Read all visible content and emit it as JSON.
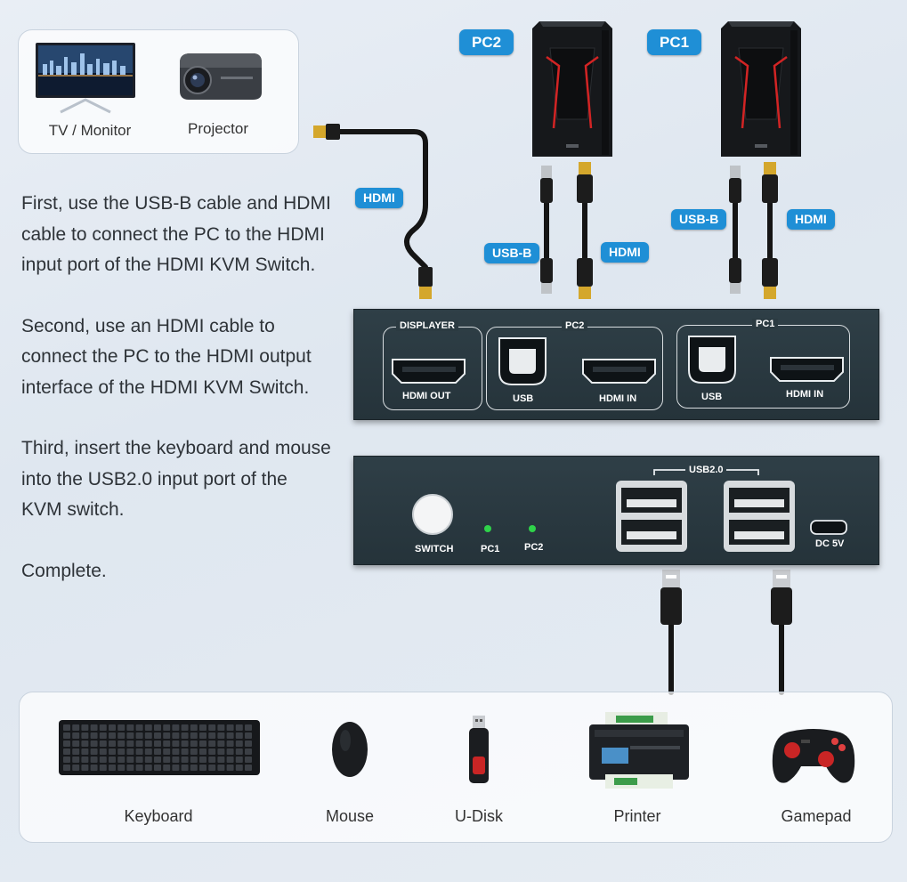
{
  "displays": {
    "tv_label": "TV / Monitor",
    "projector_label": "Projector"
  },
  "instructions": [
    "First, use the USB-B cable and HDMI cable to connect the PC to the HDMI input port of the HDMI KVM Switch.",
    "Second, use an HDMI cable to connect the PC to the HDMI output interface of the HDMI KVM Switch.",
    "Third, insert the keyboard and mouse into the USB2.0 input port of the KVM switch.",
    "Complete."
  ],
  "callouts": {
    "pc2": "PC2",
    "pc1": "PC1",
    "hdmi_display": "HDMI",
    "usbb_pc2": "USB-B",
    "hdmi_pc2": "HDMI",
    "usbb_pc1": "USB-B",
    "hdmi_pc1": "HDMI"
  },
  "front_panel": {
    "displayer": "DISPLAYER",
    "hdmi_out": "HDMI OUT",
    "pc2": "PC2",
    "pc1": "PC1",
    "usb_pc2": "USB",
    "hdmi_in_pc2": "HDMI IN",
    "usb_pc1": "USB",
    "hdmi_in_pc1": "HDMI IN"
  },
  "back_panel": {
    "switch": "SWITCH",
    "led_pc1": "PC1",
    "led_pc2": "PC2",
    "usb20": "USB2.0",
    "dc5v": "DC 5V"
  },
  "peripherals": [
    "Keyboard",
    "Mouse",
    "U-Disk",
    "Printer",
    "Gamepad"
  ],
  "colors": {
    "callout": "#1f8fd6",
    "device_body": "#2b3a41",
    "led": "#2fd34a"
  }
}
